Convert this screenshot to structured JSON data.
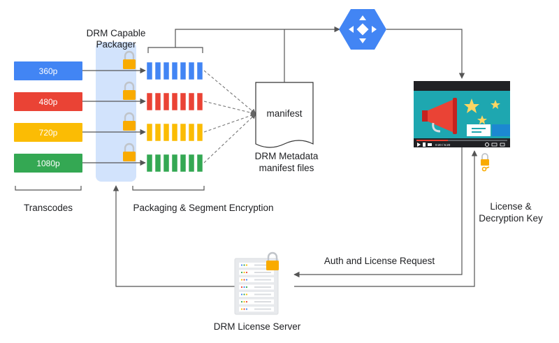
{
  "packager": {
    "title_line1": "DRM Capable",
    "title_line2": "Packager"
  },
  "transcodes": {
    "label": "Transcodes",
    "items": [
      {
        "label": "360p",
        "color": "#4285f4"
      },
      {
        "label": "480p",
        "color": "#ea4335"
      },
      {
        "label": "720p",
        "color": "#fbbc04"
      },
      {
        "label": "1080p",
        "color": "#34a853"
      }
    ]
  },
  "packaging": {
    "label": "Packaging & Segment Encryption",
    "segments_per_row": 7
  },
  "manifest": {
    "doc_label": "manifest",
    "caption_line1": "DRM Metadata",
    "caption_line2": "manifest files"
  },
  "player": {
    "time_text": "0:20 / 5:20"
  },
  "license_server": {
    "label": "DRM License Server"
  },
  "flows": {
    "license_key_line1": "License &",
    "license_key_line2": "Decryption Key",
    "auth_request": "Auth and License Request"
  },
  "icons": {
    "cloud": "cloud-cdn-hexagon-icon",
    "lock": "padlock-icon",
    "key": "key-icon",
    "server": "server-rack-icon",
    "megaphone": "megaphone-icon",
    "star": "star-icon"
  },
  "colors": {
    "packager_bg": "#d2e3fc",
    "lock": "#f9ab00",
    "cloud": "#4285f4",
    "player_bg": "#1ea7b0",
    "megaphone": "#ea4335",
    "star": "#fdd663"
  }
}
